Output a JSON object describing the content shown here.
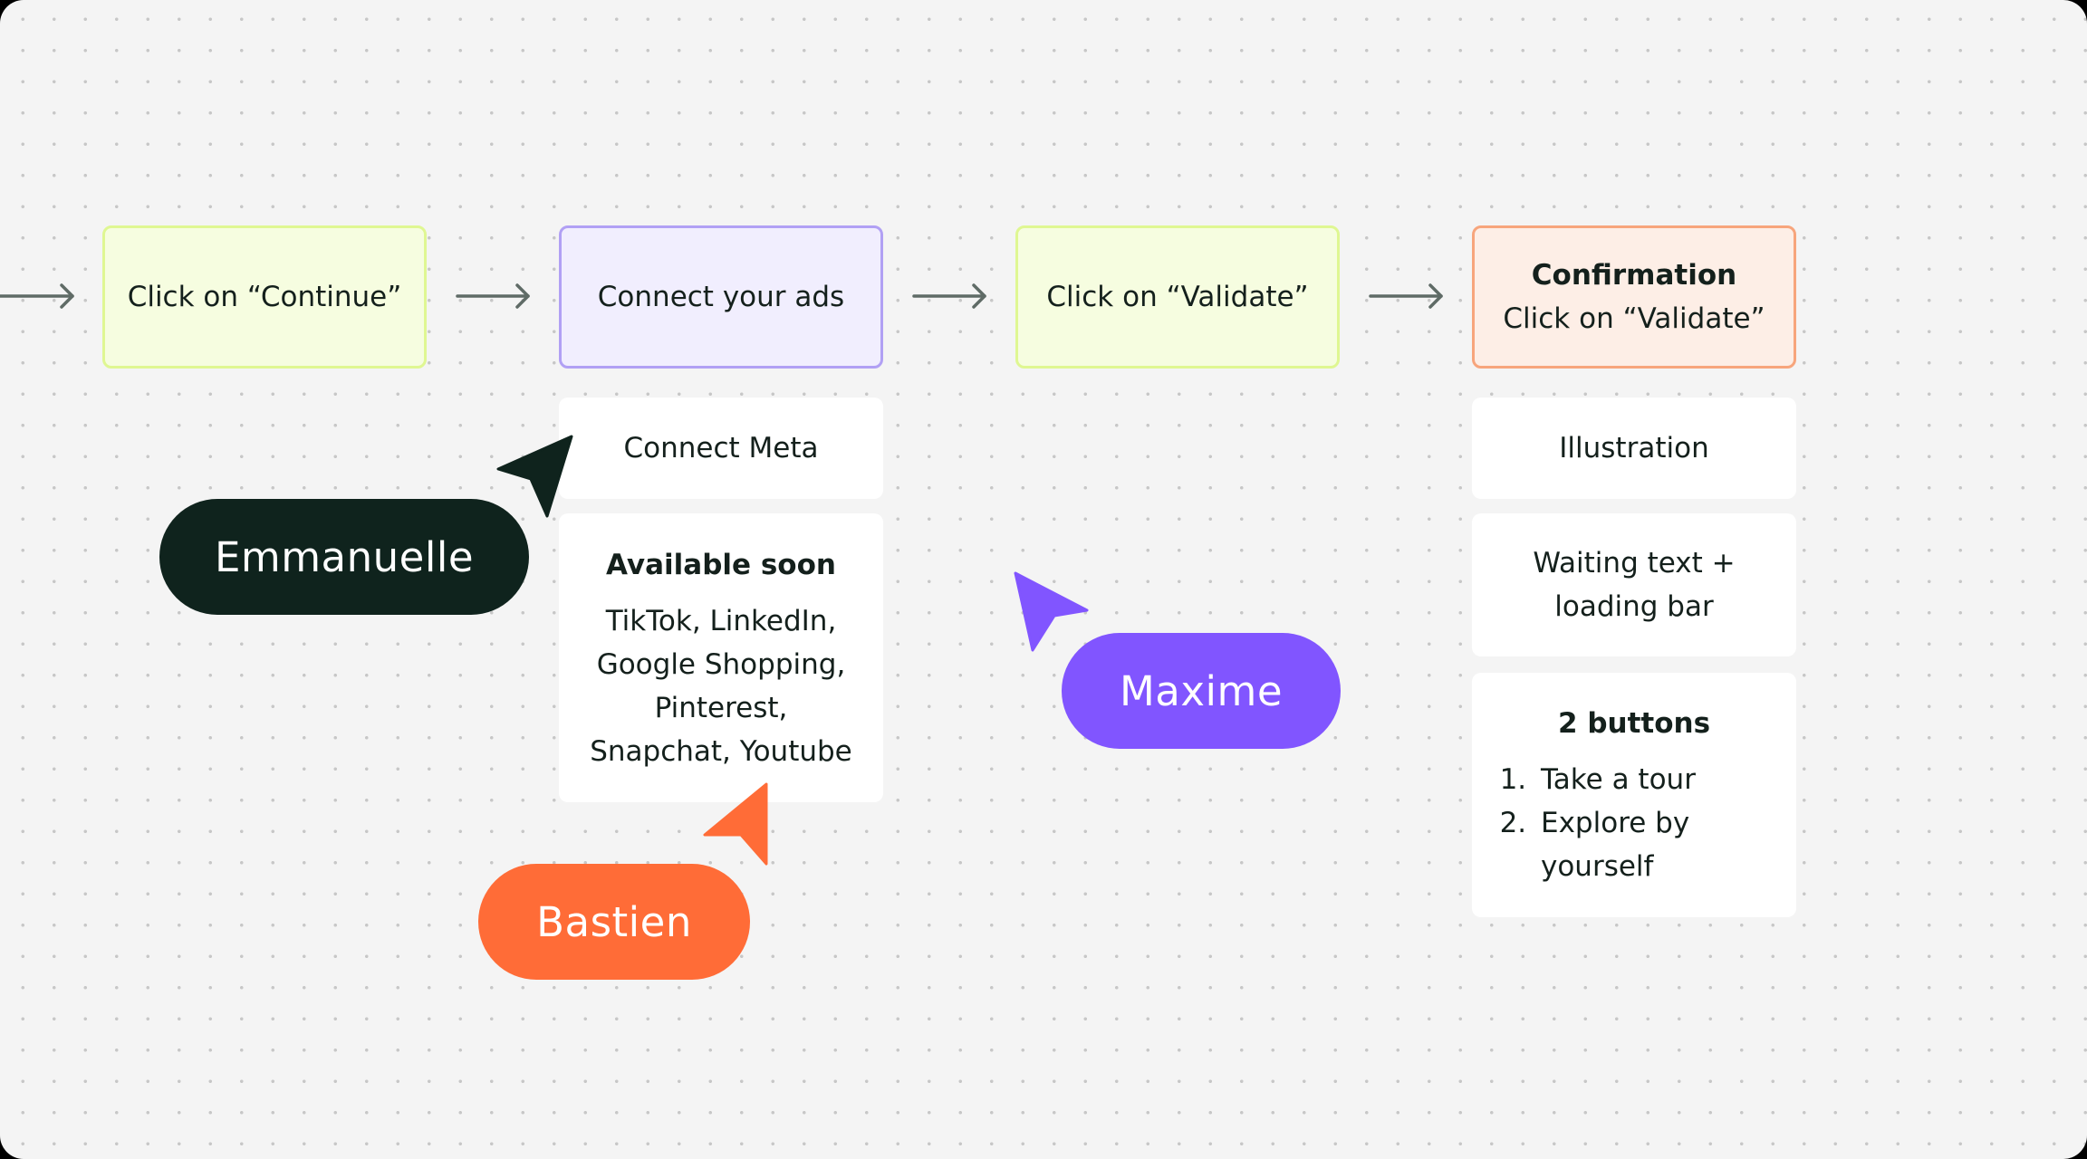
{
  "flow": {
    "steps": [
      {
        "label": "Click on “Continue”"
      },
      {
        "label": "Connect your ads"
      },
      {
        "label": "Click on “Validate”"
      },
      {
        "title": "Confirmation",
        "label": "Click on “Validate”"
      }
    ]
  },
  "cards": {
    "connect_meta": "Connect Meta",
    "available_soon": {
      "heading": "Available soon",
      "lines": [
        "TikTok, LinkedIn,",
        "Google Shopping,",
        "Pinterest,",
        "Snapchat, Youtube"
      ]
    },
    "illustration": "Illustration",
    "waiting": {
      "lines": [
        "Waiting text +",
        "loading bar"
      ]
    },
    "buttons": {
      "heading": "2 buttons",
      "items": [
        "Take a tour",
        "Explore by yourself"
      ]
    }
  },
  "collaborators": [
    {
      "name": "Emmanuelle",
      "color": "#0f231d"
    },
    {
      "name": "Bastien",
      "color": "#ff6c37"
    },
    {
      "name": "Maxime",
      "color": "#8155ff"
    }
  ],
  "colors": {
    "background": "#f4f4f4",
    "dot": "#c7c7c7",
    "arrow": "#5f6b66",
    "green_fill": "#f6fde0",
    "green_border": "#dff792",
    "purple_fill": "#f1eefe",
    "purple_border": "#b1a0f4",
    "orange_fill": "#fdeee6",
    "orange_border": "#f7a57c"
  },
  "icons": {
    "connector": "arrow-right-icon",
    "cursor": "cursor-pointer-icon"
  }
}
